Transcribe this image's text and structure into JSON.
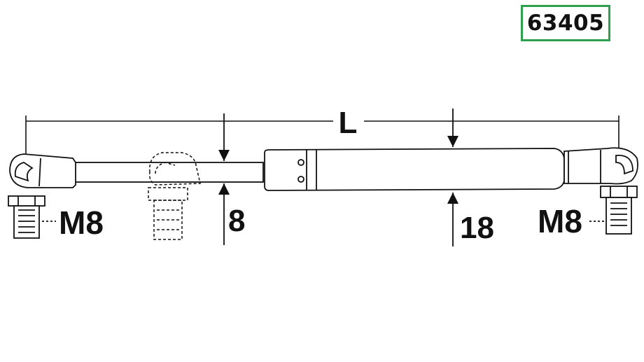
{
  "part_number": "63405",
  "dimensions": {
    "overall_length_label": "L",
    "rod_diameter_label": "8",
    "body_diameter_label": "18",
    "left_thread_label": "M8",
    "right_thread_label": "M8"
  },
  "colors": {
    "badge_border": "#2e9e4f",
    "line": "#111111",
    "background": "#ffffff"
  }
}
